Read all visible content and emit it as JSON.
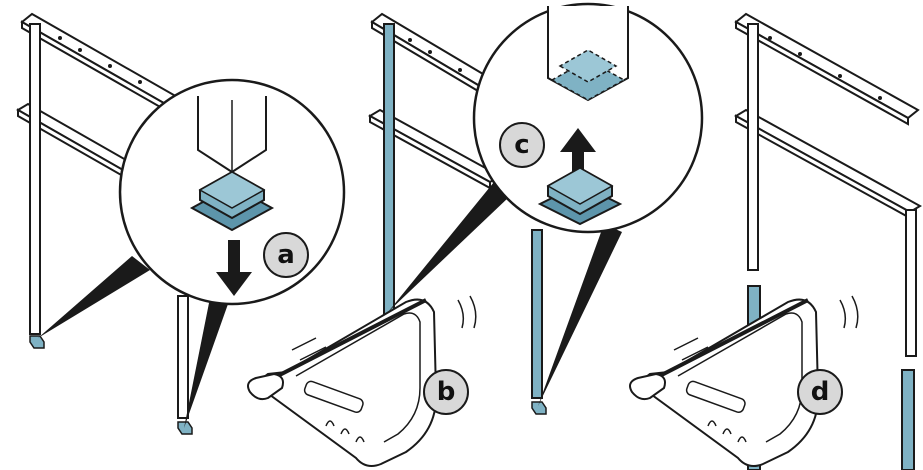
{
  "step_labels": {
    "a": "a",
    "b": "b",
    "c": "c",
    "d": "d"
  },
  "colors": {
    "line": "#1a1a1a",
    "part_fill": "#7fb2c4",
    "part_fill_dark": "#5d95ab",
    "badge_fill": "#d8d8d8",
    "saw_fill": "#ffffff"
  },
  "icons": {
    "arrow_down": "arrow-down-icon",
    "arrow_up": "arrow-up-icon",
    "vibration": "vibration-lines-icon"
  }
}
